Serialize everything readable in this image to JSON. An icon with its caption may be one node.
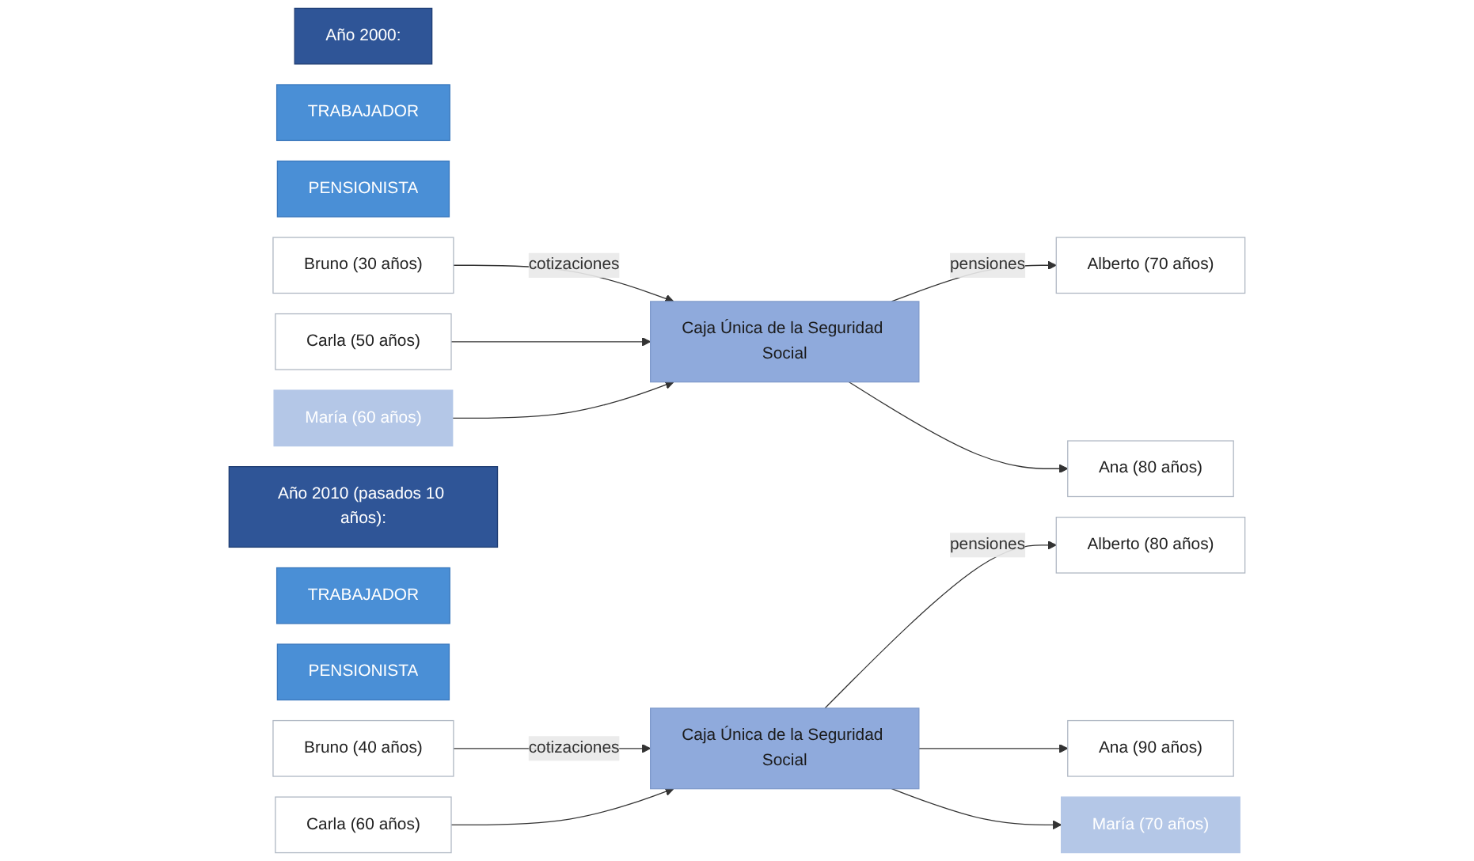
{
  "diagram": {
    "nodes": [
      {
        "text": [
          "Año 2000:"
        ]
      },
      {
        "text": [
          "TRABAJADOR"
        ]
      },
      {
        "text": [
          "PENSIONISTA"
        ]
      },
      {
        "text": [
          "Bruno (30 años)"
        ]
      },
      {
        "text": [
          "Carla (50 años)"
        ]
      },
      {
        "text": [
          "María (60 años)"
        ]
      },
      {
        "text": [
          "Caja Única de la Seguridad Social"
        ]
      },
      {
        "text": [
          "Alberto (70 años)"
        ]
      },
      {
        "text": [
          "Ana (80 años)"
        ]
      },
      {
        "text": [
          "Año 2010 (pasados 10 años):"
        ]
      },
      {
        "text": [
          "TRABAJADOR"
        ]
      },
      {
        "text": [
          "PENSIONISTA"
        ]
      },
      {
        "text": [
          "Bruno (40 años)"
        ]
      },
      {
        "text": [
          "Carla (60 años)"
        ]
      },
      {
        "text": [
          "Caja Única de la Seguridad Social"
        ]
      },
      {
        "text": [
          "Alberto (80 años)"
        ]
      },
      {
        "text": [
          "Ana (90 años)"
        ]
      },
      {
        "text": [
          "María (70 años)"
        ]
      }
    ],
    "edges": [
      {
        "from": 3,
        "to": 6,
        "arrow": "to",
        "label": "cotizaciones"
      },
      {
        "from": 4,
        "to": 6,
        "arrow": "to"
      },
      {
        "from": 5,
        "to": 6,
        "arrow": "to"
      },
      {
        "from": 6,
        "to": 7,
        "arrow": "to",
        "label": "pensiones"
      },
      {
        "from": 6,
        "to": 8,
        "arrow": "to"
      },
      {
        "from": 12,
        "to": 14,
        "arrow": "to",
        "label": "cotizaciones"
      },
      {
        "from": 13,
        "to": 14,
        "arrow": "to"
      },
      {
        "from": 14,
        "to": 15,
        "arrow": "to",
        "label": "pensiones"
      },
      {
        "from": 14,
        "to": 16,
        "arrow": "to"
      },
      {
        "from": 14,
        "to": 17,
        "arrow": "to"
      }
    ]
  }
}
